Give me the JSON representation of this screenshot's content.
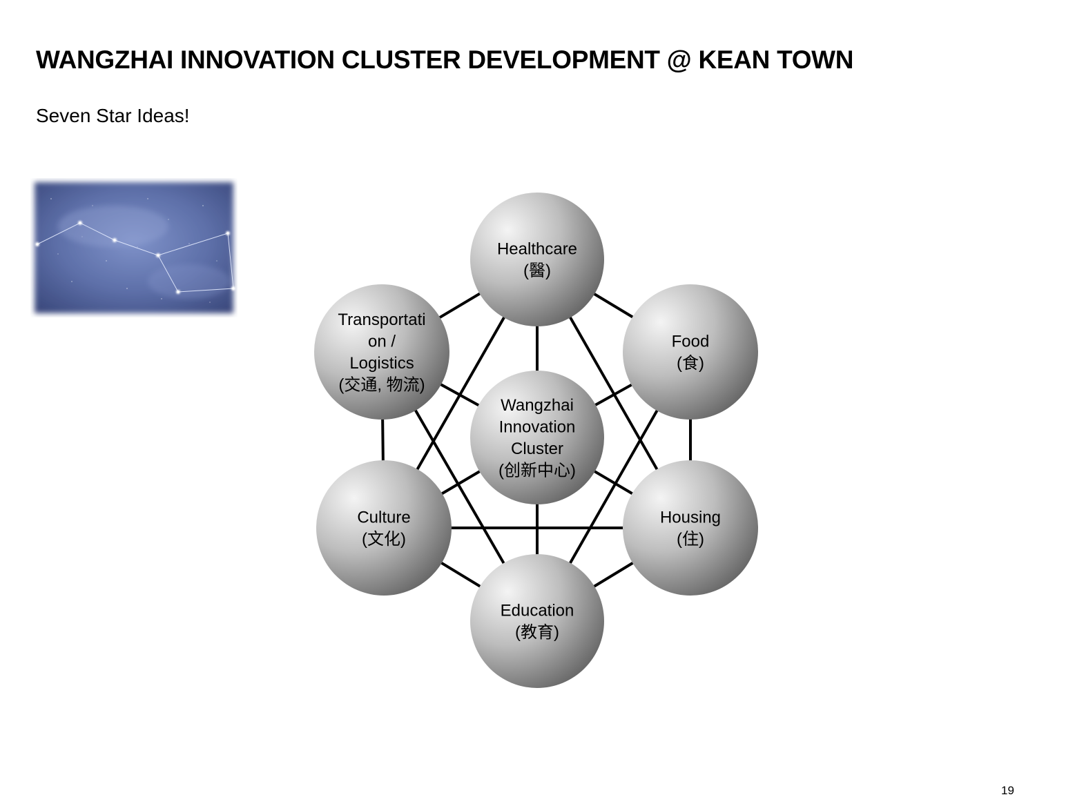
{
  "slide": {
    "title": "WANGZHAI INNOVATION CLUSTER DEVELOPMENT @ KEAN TOWN",
    "subtitle": "Seven Star Ideas!",
    "page_number": "19"
  },
  "image": {
    "description_icon": "constellation-big-dipper-image"
  },
  "diagram": {
    "line_color": "#000000",
    "node_gradient": [
      "#f4f4f4",
      "#bdbdbd",
      "#6a6a6a"
    ],
    "nodes": [
      {
        "id": "healthcare",
        "lines": [
          "Healthcare",
          "(醫)"
        ]
      },
      {
        "id": "food",
        "lines": [
          "Food",
          "(食)"
        ]
      },
      {
        "id": "housing",
        "lines": [
          "Housing",
          "(住)"
        ]
      },
      {
        "id": "education",
        "lines": [
          "Education",
          "(教育)"
        ]
      },
      {
        "id": "culture",
        "lines": [
          "Culture",
          "(文化)"
        ]
      },
      {
        "id": "transportation",
        "lines": [
          "Transportati",
          "on /",
          "Logistics",
          "(交通, 物流)"
        ]
      },
      {
        "id": "center",
        "lines": [
          "Wangzhai",
          "Innovation",
          "Cluster",
          "(创新中心)"
        ]
      }
    ]
  }
}
